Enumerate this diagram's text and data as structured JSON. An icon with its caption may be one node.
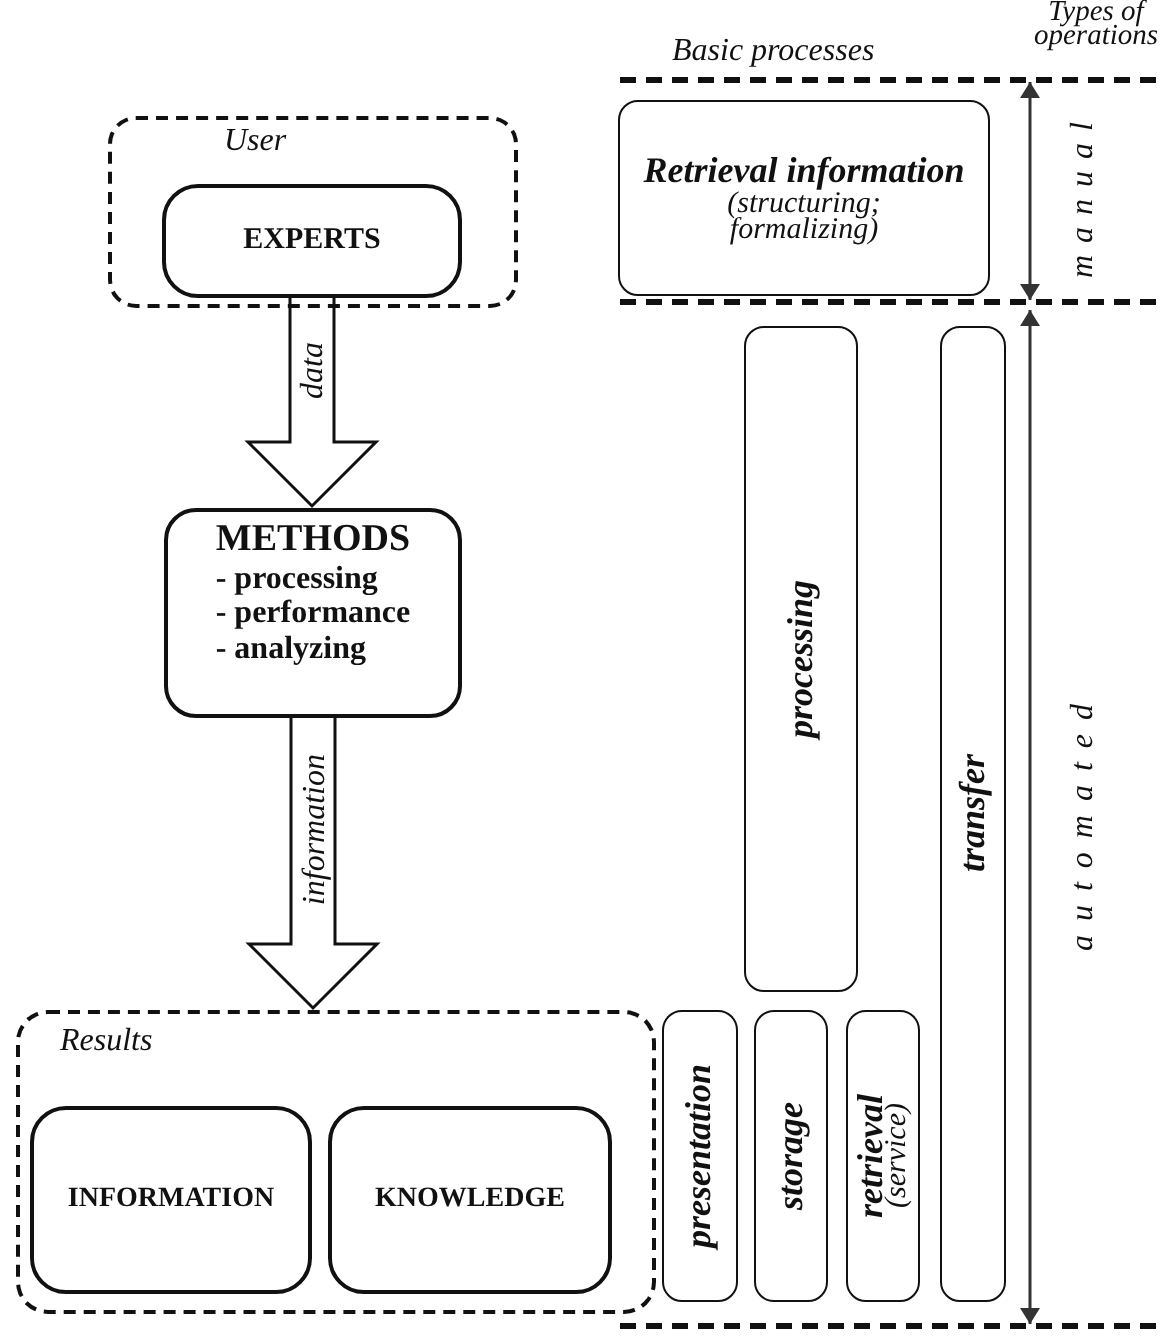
{
  "diagram": {
    "nodes": [
      {
        "text": [
          "User"
        ]
      },
      {
        "text": [
          "EXPERTS"
        ],
        "in": 0
      },
      {
        "text": [
          "METHODS",
          "- processing",
          "- performance",
          "- analyzing"
        ]
      },
      {
        "text": [
          "Results"
        ]
      },
      {
        "text": [
          "INFORMATION"
        ],
        "in": 3
      },
      {
        "text": [
          "KNOWLEDGE"
        ],
        "in": 3
      },
      {
        "text": [
          "Retrieval information",
          "(structuring; formalizing)"
        ]
      },
      {
        "text": [
          "processing"
        ]
      },
      {
        "text": [
          "transfer"
        ]
      },
      {
        "text": [
          "presentation"
        ]
      },
      {
        "text": [
          "storage"
        ]
      },
      {
        "text": [
          "retrieval",
          "(service)"
        ]
      }
    ],
    "edges": [
      {
        "from": 1,
        "to": 2,
        "arrow": "to",
        "label": "data"
      },
      {
        "from": 2,
        "to": 3,
        "arrow": "to",
        "label": "information"
      }
    ],
    "labels": [
      "Basic processes",
      "Types of operations",
      "manual",
      "automated"
    ]
  }
}
